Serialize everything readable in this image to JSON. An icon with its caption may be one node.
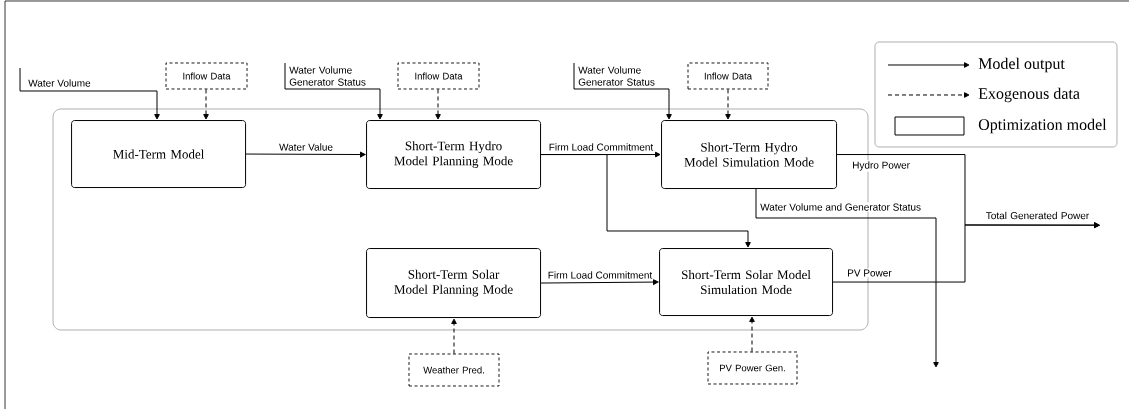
{
  "diagram": {
    "nodes": [
      {
        "text": [],
        "shape": "box"
      },
      {
        "text": [
          "Mid-Term Model"
        ],
        "in": 0
      },
      {
        "text": [
          "Short-Term Hydro Model Planning Mode"
        ],
        "in": 0
      },
      {
        "text": [
          "Short-Term Hydro Model Simulation Mode"
        ],
        "in": 0
      },
      {
        "text": [
          "Short-Term Solar Model Planning Mode"
        ],
        "in": 0
      },
      {
        "text": [
          "Short-Term Solar Model Simulation Mode"
        ],
        "in": 0
      },
      {
        "text": [
          "Inflow Data"
        ]
      },
      {
        "text": [
          "Inflow Data"
        ]
      },
      {
        "text": [
          "Inflow Data"
        ]
      },
      {
        "text": [
          "Weather Pred."
        ]
      },
      {
        "text": [
          "PV Power Gen."
        ]
      },
      {
        "text": [
          "Total Generated Power"
        ]
      }
    ],
    "edges": [
      {
        "from": null,
        "to": 1,
        "arrow": "to",
        "label": "Water Volume"
      },
      {
        "from": 6,
        "to": 1,
        "arrow": "to",
        "style": "dashed"
      },
      {
        "from": null,
        "to": 2,
        "arrow": "to",
        "label": "Water Volume Generator Status"
      },
      {
        "from": 7,
        "to": 2,
        "arrow": "to",
        "style": "dashed"
      },
      {
        "from": null,
        "to": 3,
        "arrow": "to",
        "label": "Water Volume Generator Status"
      },
      {
        "from": 8,
        "to": 3,
        "arrow": "to",
        "style": "dashed"
      },
      {
        "from": 1,
        "to": 2,
        "arrow": "to",
        "label": "Water Value"
      },
      {
        "from": 2,
        "to": 3,
        "arrow": "to",
        "label": "Firm Load Commitment"
      },
      {
        "from": 2,
        "to": 5,
        "arrow": "to"
      },
      {
        "from": 4,
        "to": 5,
        "arrow": "to",
        "label": "Firm Load Commitment"
      },
      {
        "from": 9,
        "to": 4,
        "arrow": "to",
        "style": "dashed"
      },
      {
        "from": 10,
        "to": 5,
        "arrow": "to",
        "style": "dashed"
      },
      {
        "from": 3,
        "to": 11,
        "arrow": "to",
        "label": "Hydro Power"
      },
      {
        "from": 5,
        "to": 11,
        "arrow": "to",
        "label": "PV Power"
      },
      {
        "from": 3,
        "to": null,
        "arrow": "to",
        "label": "Water Volume and Generator Status"
      }
    ],
    "legend": [
      {
        "text": "Model output"
      },
      {
        "text": "Exogenous data"
      },
      {
        "text": "Optimization model"
      }
    ]
  }
}
